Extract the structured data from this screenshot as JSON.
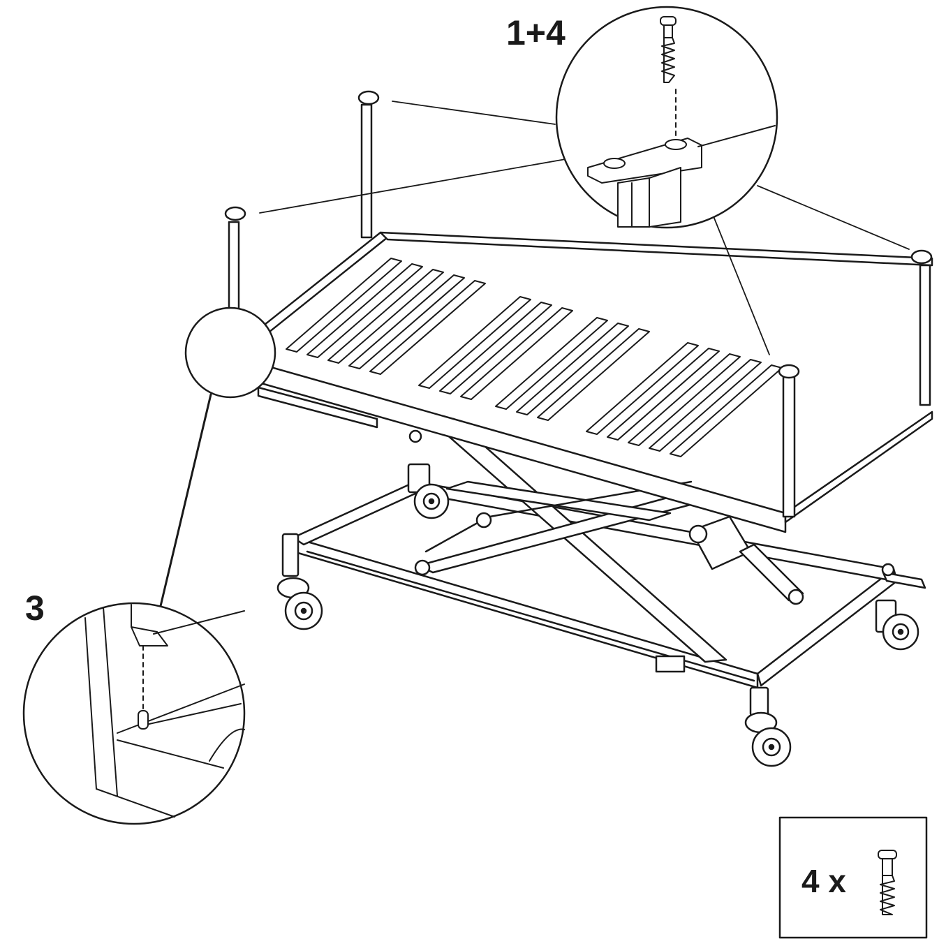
{
  "callouts": {
    "top_label": "1+4",
    "left_label": "3"
  },
  "parts_box": {
    "quantity_text": "4 x"
  },
  "colors": {
    "ink": "#1a1a1a",
    "paper": "#ffffff"
  },
  "icons": {
    "main": "bed-frame-illustration",
    "top_detail": "bolt-into-post-cap-detail",
    "left_detail": "post-onto-pin-detail",
    "part": "carriage-bolt-icon"
  }
}
